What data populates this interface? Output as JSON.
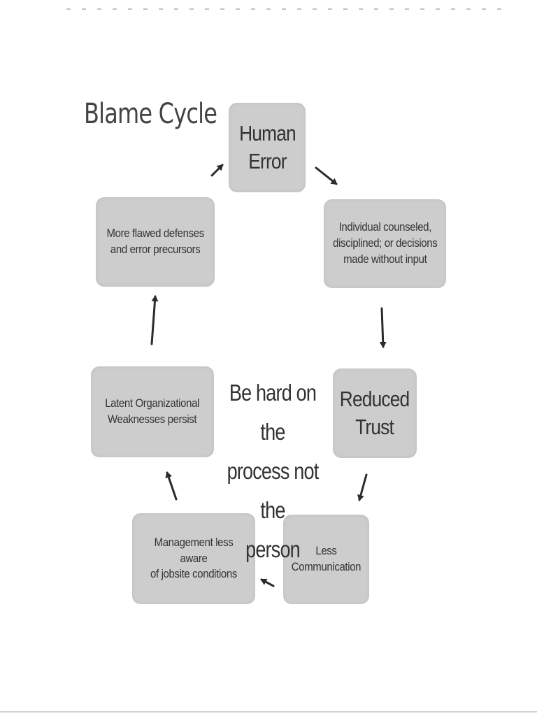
{
  "title": "Blame Cycle",
  "center_message": "Be hard on the\nprocess not the\nperson",
  "nodes": {
    "human_error": "Human\nError",
    "individual_counseled": "Individual counseled,\ndisciplined; or decisions\nmade without input",
    "reduced_trust": "Reduced\nTrust",
    "less_communication": "Less\nCommunication",
    "management_less_aware": "Management less aware\nof jobsite conditions",
    "latent_weaknesses": "Latent Organizational\nWeaknesses persist",
    "more_flawed_defenses": "More flawed defenses\nand error precursors"
  },
  "colors": {
    "box_fill": "#cdcdcd",
    "text": "#333333",
    "arrow": "#2b2b2b"
  }
}
